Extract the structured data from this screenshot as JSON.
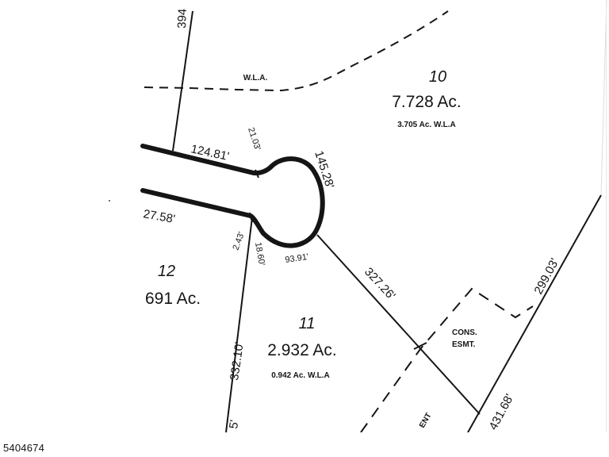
{
  "plat": {
    "colors": {
      "background": "#ffffff",
      "line": "#151515"
    },
    "lots": [
      {
        "number": "10",
        "area": "7.728 Ac.",
        "wla": "3.705 Ac. W.L.A"
      },
      {
        "number": "11",
        "area": "2.932 Ac.",
        "wla": "0.942 Ac. W.L.A"
      },
      {
        "number": "12",
        "area": "691 Ac."
      }
    ],
    "dimensions": {
      "top_left_line": "394",
      "road_north": "124.81'",
      "road_south": "27.58'",
      "radius_north": "21.03'",
      "cul_de_sac_arc": "145.28'",
      "arc_south": "93.91'",
      "radius_south": "2.43'",
      "lot_line_south": "18.60'",
      "lot_line_11_west": "332.10'",
      "bottom_left_fragment": "5'",
      "lot_line_11_east": "327.26'",
      "right_line_upper": "299.03'",
      "right_line_lower": "431.68'"
    },
    "labels": {
      "wetlands_line": "W.L.A.",
      "conservation_easement": [
        "CONS.",
        "ESMT."
      ],
      "easement_fragment": "ENT"
    }
  },
  "footer": {
    "listing_id": "5404674"
  }
}
